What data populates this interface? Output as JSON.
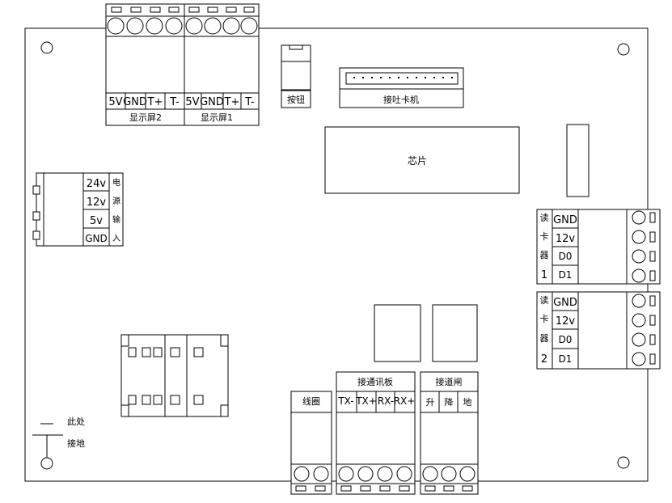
{
  "display2": {
    "pins": [
      "5V",
      "GND",
      "T+",
      "T-"
    ],
    "label": "显示屏2"
  },
  "display1": {
    "pins": [
      "5V",
      "GND",
      "T+",
      "T-"
    ],
    "label": "显示屏1"
  },
  "button_label": "按钮",
  "card_dispenser_label": "接吐卡机",
  "chip_label": "芯片",
  "power": {
    "pins": [
      "24v",
      "12v",
      "5v",
      "GND"
    ],
    "label_chars": [
      "电",
      "源",
      "输",
      "入"
    ]
  },
  "reader1": {
    "pins": [
      "GND",
      "12v",
      "D0",
      "D1"
    ],
    "label_chars": [
      "读",
      "卡",
      "器",
      "1"
    ]
  },
  "reader2": {
    "pins": [
      "GND",
      "12v",
      "D0",
      "D1"
    ],
    "label_chars": [
      "读",
      "卡",
      "器",
      "2"
    ]
  },
  "coil_label": "线圈",
  "comm_board": {
    "label": "接通讯板",
    "pins": [
      "TX-",
      "TX+",
      "RX-",
      "RX+"
    ]
  },
  "gate": {
    "label": "接道闸",
    "pins": [
      "升",
      "降",
      "地"
    ]
  },
  "ground": {
    "line1": "此处",
    "line2": "接地"
  }
}
